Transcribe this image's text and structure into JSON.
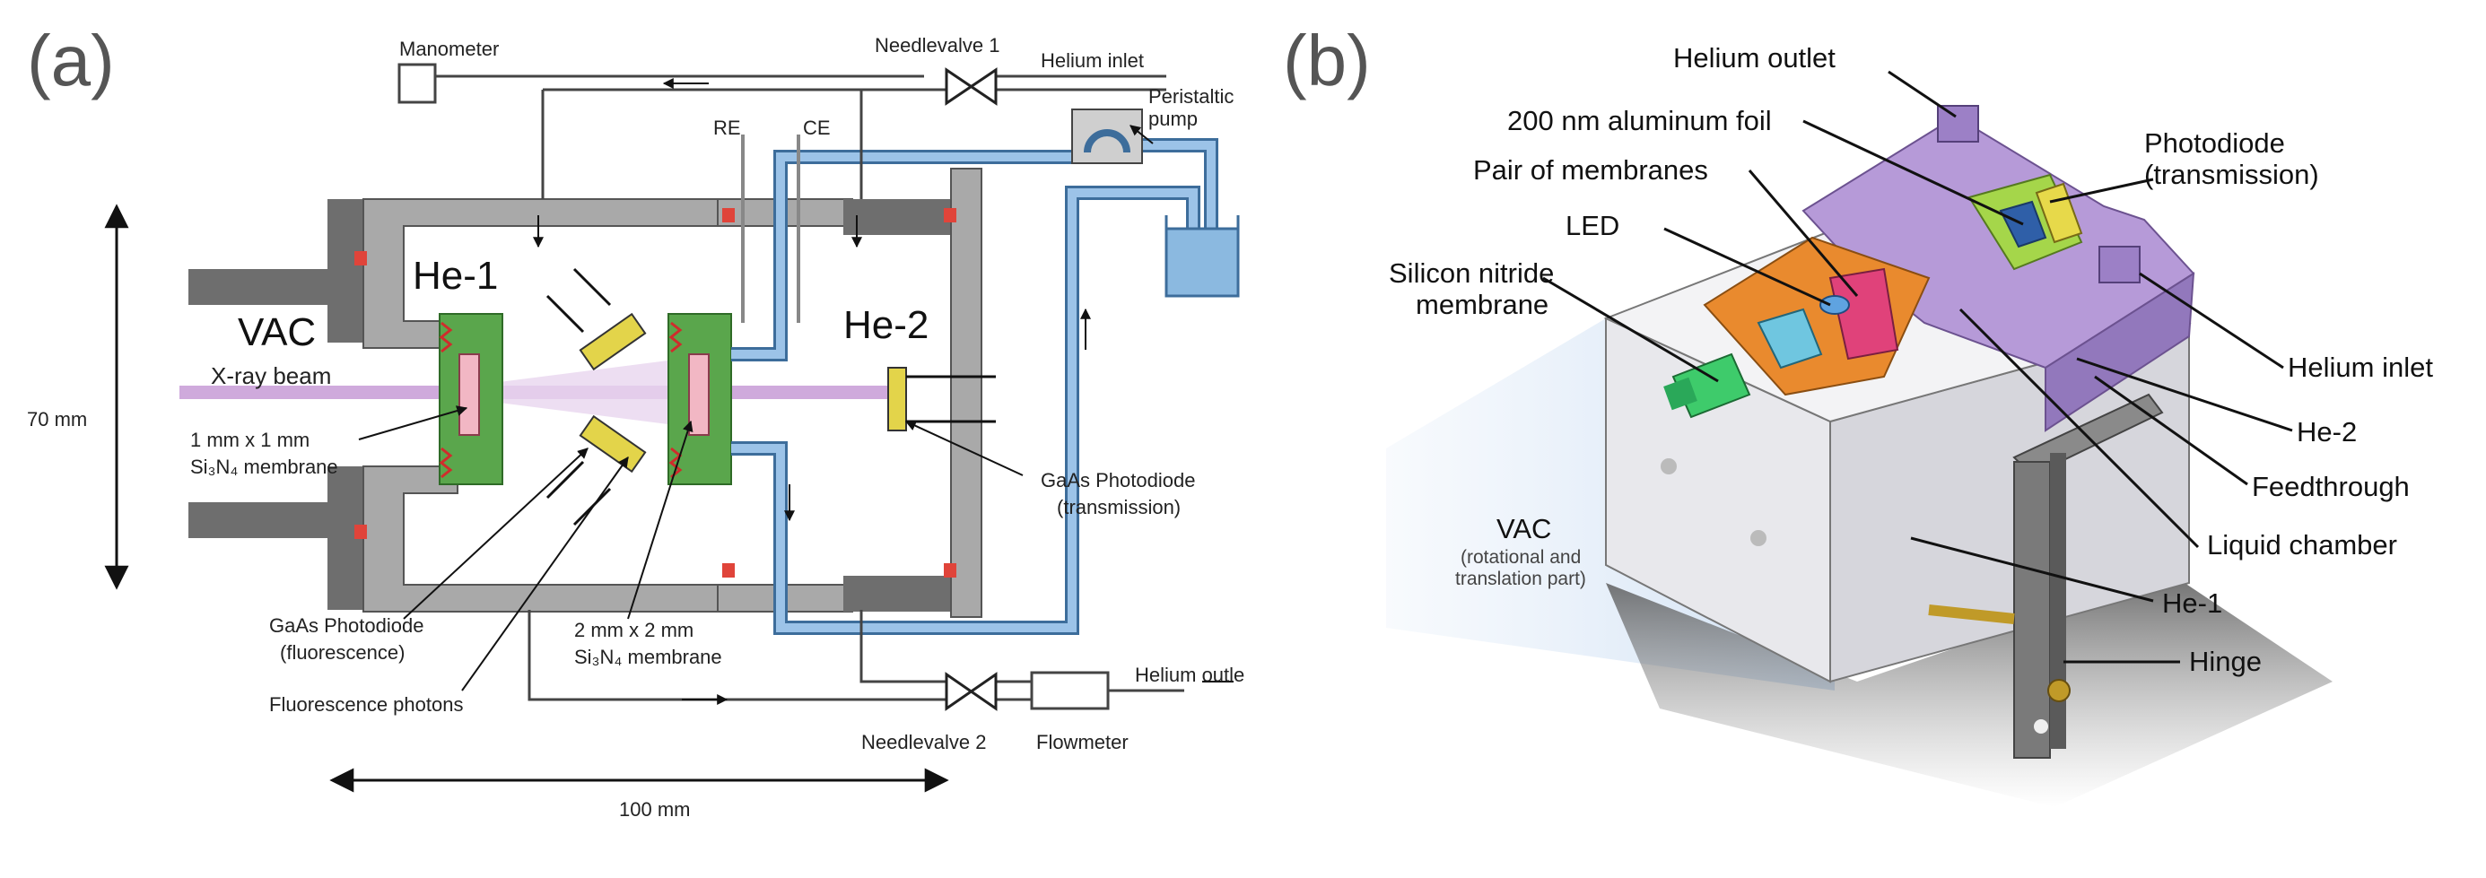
{
  "panels": {
    "a": "(a)",
    "b": "(b)"
  },
  "a": {
    "vac": "VAC",
    "he1": "He-1",
    "he2": "He-2",
    "xray": "X-ray beam",
    "re": "RE",
    "ce": "CE",
    "manometer": "Manometer",
    "needle1": "Needlevalve 1",
    "he_inlet": "Helium inlet",
    "peristaltic1": "Peristaltic",
    "peristaltic2": "pump",
    "mem1_l1": "1 mm x 1 mm",
    "mem1_l2": "Si₃N₄ membrane",
    "gaas_trans_l1": "GaAs Photodiode",
    "gaas_trans_l2": "(transmission)",
    "gaas_fl_l1": "GaAs Photodiode",
    "gaas_fl_l2": "(fluorescence)",
    "fl_photons": "Fluorescence photons",
    "mem2_l1": "2 mm x 2 mm",
    "mem2_l2": "Si₃N₄ membrane",
    "needle2": "Needlevalve 2",
    "flowmeter": "Flowmeter",
    "he_outlet": "Helium outle",
    "dim_70": "70 mm",
    "dim_100": "100 mm"
  },
  "b": {
    "he_outlet": "Helium outlet",
    "foil": "200 nm aluminum foil",
    "pair": "Pair of membranes",
    "led": "LED",
    "sin_l1": "Silicon nitride",
    "sin_l2": "membrane",
    "pd_l1": "Photodiode",
    "pd_l2": "(transmission)",
    "he_inlet": "Helium inlet",
    "he2": "He-2",
    "feed": "Feedthrough",
    "liquid": "Liquid chamber",
    "he1": "He-1",
    "hinge": "Hinge",
    "vac": "VAC",
    "vac_sub1": "(rotational and",
    "vac_sub2": "translation part)"
  }
}
